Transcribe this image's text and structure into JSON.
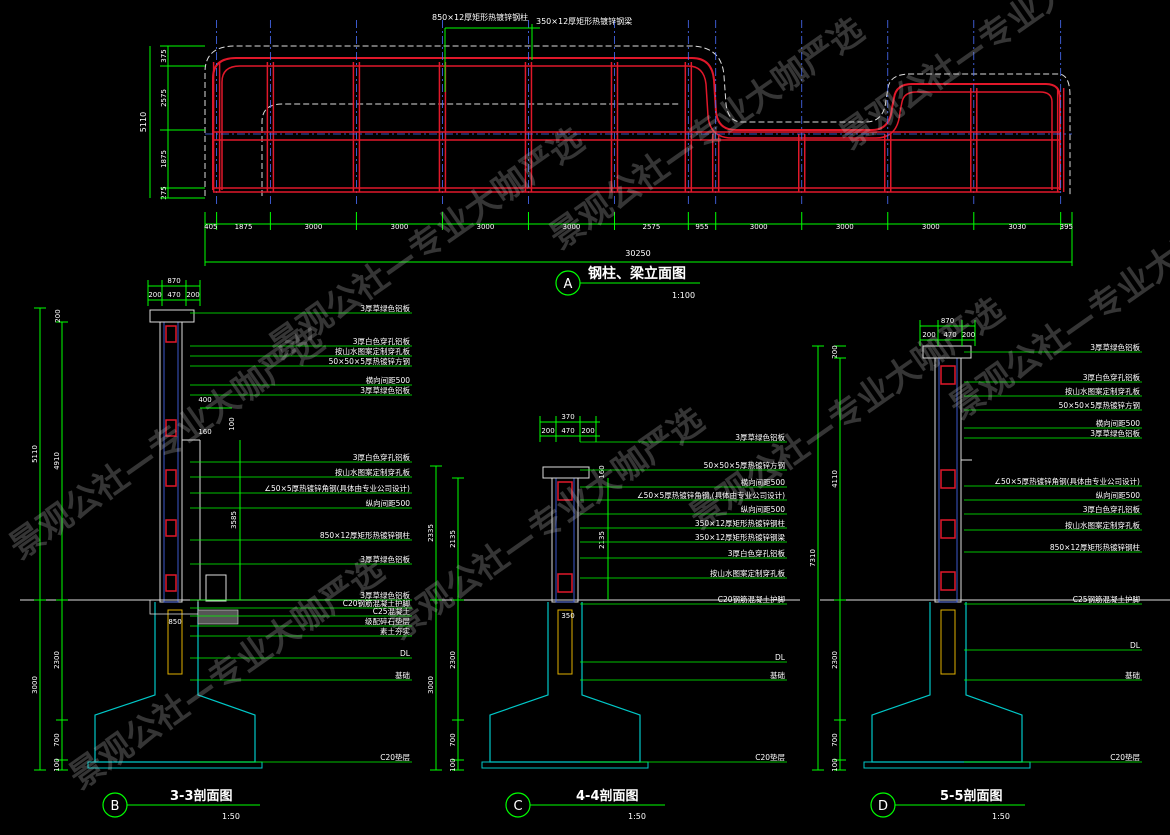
{
  "colors": {
    "background": "#000000",
    "frame": "#e0182a",
    "dim": "#00ff00",
    "axis": "#4a6fff",
    "outline": "#dddddd",
    "foundation": "#00c8c8",
    "beam": "#e0b000",
    "label": "#ffffff",
    "dimtext": "#ffffff"
  },
  "elevation": {
    "callout_top_1": "850×12厚矩形热镀锌钢柱",
    "callout_top_2": "350×12厚矩形热镀锌钢梁",
    "left_dims": [
      "375",
      "2575",
      "1875",
      "275"
    ],
    "total_height": "5110",
    "bottom_dims": [
      "405",
      "1875",
      "3000",
      "3000",
      "3000",
      "3000",
      "2575",
      "955",
      "3000",
      "3000",
      "3000",
      "3030",
      "395"
    ],
    "total_width": "30250",
    "marker": "A",
    "title": "钢柱、梁立面图",
    "scale": "1:100"
  },
  "section_b": {
    "marker": "B",
    "title": "3-3剖面图",
    "scale": "1:50",
    "top_dims": [
      "870",
      "200",
      "470",
      "200"
    ],
    "left_dims": [
      "5110",
      "4910",
      "3000",
      "2300",
      "700",
      "100"
    ],
    "side_dims": [
      "200",
      "400",
      "160",
      "100",
      "3585",
      "850"
    ],
    "labels": [
      "3厚草绿色铝板",
      "3厚白色穿孔铝板",
      "按山水图案定制穿孔板",
      "50×50×5厚热镀锌方钢",
      "横向间距500",
      "3厚草绿色铝板",
      "3厚白色穿孔铝板",
      "按山水图案定制穿孔板",
      "∠50×5厚热镀锌角钢(具体由专业公司设计)",
      "纵向间距500",
      "850×12厚矩形热镀锌钢柱",
      "3厚草绿色铝板",
      "3厚草绿色铝板",
      "C20钢筋混凝土护脚",
      "C25混凝土",
      "级配碎石垫层",
      "素土夯实",
      "DL",
      "基础",
      "C20垫层"
    ]
  },
  "section_c": {
    "marker": "C",
    "title": "4-4剖面图",
    "scale": "1:50",
    "top_dims": [
      "370",
      "200",
      "470",
      "200"
    ],
    "left_dims": [
      "2335",
      "2135",
      "3000",
      "2300",
      "700",
      "100"
    ],
    "side_dims": [
      "160",
      "2135",
      "350"
    ],
    "labels": [
      "3厚草绿色铝板",
      "50×50×5厚热镀锌方钢",
      "横向间距500",
      "∠50×5厚热镀锌角钢,(具体由专业公司设计)",
      "纵向间距500",
      "350×12厚矩形热镀锌钢柱",
      "350×12厚矩形热镀锌钢梁",
      "3厚白色穿孔铝板",
      "按山水图案定制穿孔板",
      "C20钢筋混凝土护脚",
      "DL",
      "基础",
      "C20垫层"
    ]
  },
  "section_d": {
    "marker": "D",
    "title": "5-5剖面图",
    "scale": "1:50",
    "top_dims": [
      "870",
      "200",
      "470",
      "200"
    ],
    "left_dims": [
      "200",
      "4110",
      "7310",
      "2300",
      "700",
      "100"
    ],
    "labels": [
      "3厚草绿色铝板",
      "3厚白色穿孔铝板",
      "按山水图案定制穿孔板",
      "50×50×5厚热镀锌方钢",
      "横向间距500",
      "3厚草绿色铝板",
      "∠50×5厚热镀锌角钢(具体由专业公司设计)",
      "纵向间距500",
      "3厚白色穿孔铝板",
      "按山水图案定制穿孔板",
      "850×12厚矩形热镀锌钢柱",
      "C25钢筋混凝土护脚",
      "DL",
      "基础",
      "C20垫层"
    ]
  },
  "watermark": "景观公社—专业大咖严选"
}
